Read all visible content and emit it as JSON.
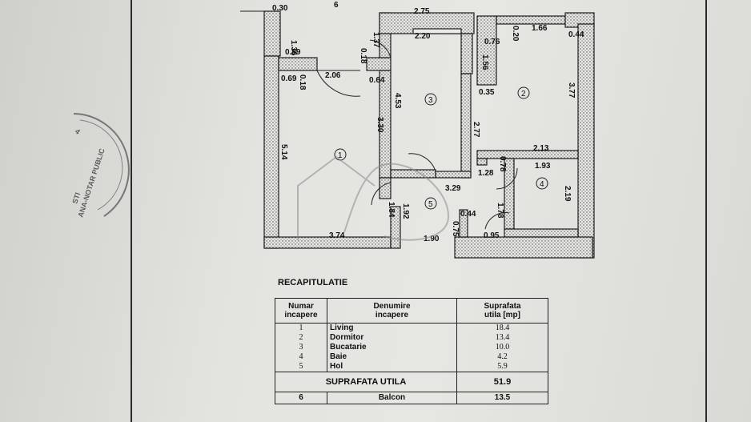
{
  "plan": {
    "dims": {
      "d030": "0.30",
      "d6": "6",
      "d275": "2.75",
      "d136": "1.36",
      "d137": "1.37",
      "d220": "2.20",
      "d076": "0.76",
      "d020": "0.20",
      "d166": "1.66",
      "d044a": "0.44",
      "d059": "0.59",
      "d018a": "0.18",
      "d156": "1.56",
      "d069": "0.69",
      "d018b": "0.18",
      "d206": "2.06",
      "d064": "0.64",
      "d453": "4.53",
      "d035": "0.35",
      "d377": "3.77",
      "d330": "3.30",
      "d277": "2.77",
      "d514": "5.14",
      "d213": "2.13",
      "d078": "0.78",
      "d128": "1.28",
      "d193": "1.93",
      "d329": "3.29",
      "d219": "2.19",
      "d184": "1.84",
      "d192": "1.92",
      "d044b": "0.44",
      "d178": "1.78",
      "d075": "0.75",
      "d374": "3.74",
      "d190": "1.90",
      "d095": "0.95"
    },
    "rooms": {
      "r1": "1",
      "r2": "2",
      "r3": "3",
      "r4": "4",
      "r5": "5"
    }
  },
  "stamp": {
    "line1": "STI",
    "line2": "ANA-NOTAR PUBLIC",
    "mark": "4"
  },
  "recap": {
    "title": "RECAPITULATIE",
    "headers": {
      "num": [
        "Numar",
        "incapere"
      ],
      "name": [
        "Denumire",
        "incapere"
      ],
      "area": [
        "Suprafata",
        "utila  [mp]"
      ]
    },
    "rows": [
      {
        "num": "1",
        "name": "Living",
        "area": "18.4"
      },
      {
        "num": "2",
        "name": "Dormitor",
        "area": "13.4"
      },
      {
        "num": "3",
        "name": "Bucatarie",
        "area": "10.0"
      },
      {
        "num": "4",
        "name": "Baie",
        "area": "4.2"
      },
      {
        "num": "5",
        "name": "Hol",
        "area": "5.9"
      }
    ],
    "total_label": "SUPRAFATA UTILA",
    "total_value": "51.9",
    "extra": {
      "num": "6",
      "name": "Balcon",
      "area": "13.5"
    }
  }
}
